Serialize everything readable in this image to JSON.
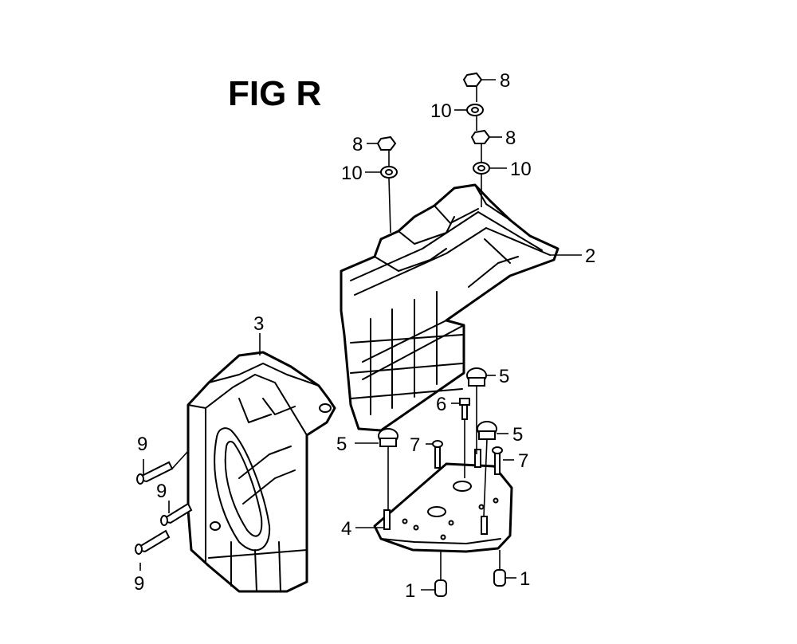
{
  "figure": {
    "title": "FIG R"
  },
  "callouts": [
    {
      "id": "c8a",
      "label": "8"
    },
    {
      "id": "c10a",
      "label": "10"
    },
    {
      "id": "c8b",
      "label": "8"
    },
    {
      "id": "c10b",
      "label": "10"
    },
    {
      "id": "c8c",
      "label": "8"
    },
    {
      "id": "c10c",
      "label": "10"
    },
    {
      "id": "c2",
      "label": "2"
    },
    {
      "id": "c3",
      "label": "3"
    },
    {
      "id": "c5a",
      "label": "5"
    },
    {
      "id": "c6",
      "label": "6"
    },
    {
      "id": "c5b",
      "label": "5"
    },
    {
      "id": "c5c",
      "label": "5"
    },
    {
      "id": "c7a",
      "label": "7"
    },
    {
      "id": "c7b",
      "label": "7"
    },
    {
      "id": "c9a",
      "label": "9"
    },
    {
      "id": "c9b",
      "label": "9"
    },
    {
      "id": "c9c",
      "label": "9"
    },
    {
      "id": "c4",
      "label": "4"
    },
    {
      "id": "c1a",
      "label": "1"
    },
    {
      "id": "c1b",
      "label": "1"
    }
  ]
}
